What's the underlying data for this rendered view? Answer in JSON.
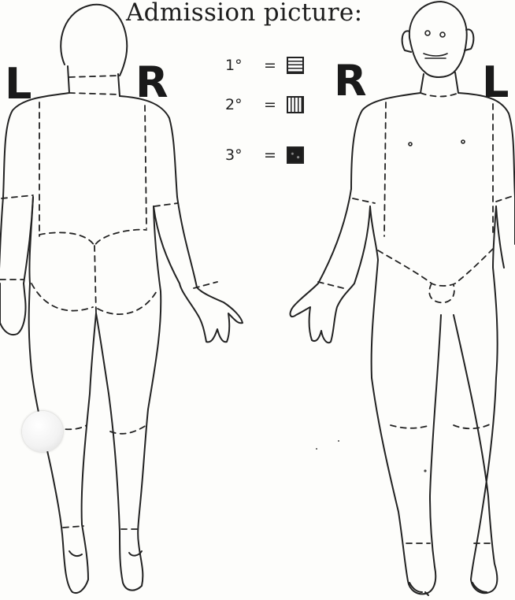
{
  "title": "Admission picture:",
  "back_view": {
    "left_label": "L",
    "right_label": "R"
  },
  "front_view": {
    "left_label": "R",
    "right_label": "L"
  },
  "legend": [
    {
      "degree": "1°",
      "equals": "=",
      "pattern": "horizontal-lines"
    },
    {
      "degree": "2°",
      "equals": "=",
      "pattern": "vertical-lines"
    },
    {
      "degree": "3°",
      "equals": "=",
      "pattern": "solid-dark"
    }
  ],
  "colors": {
    "ink": "#1e1e1e",
    "paper": "#fdfdfb"
  }
}
